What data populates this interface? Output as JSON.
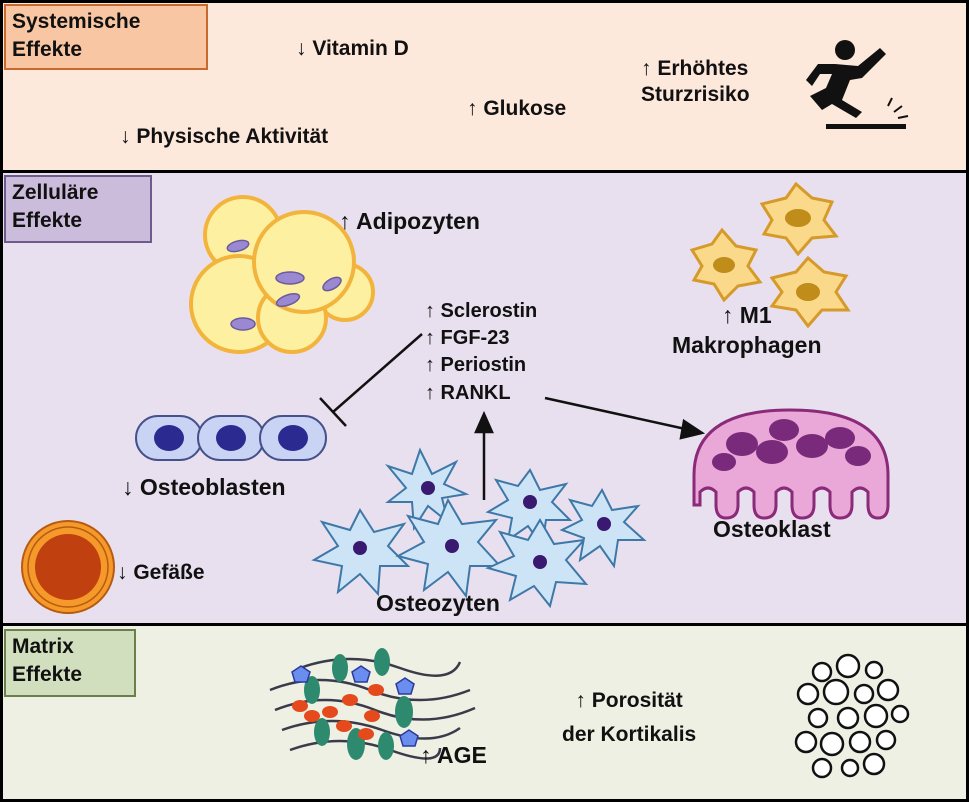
{
  "sections": {
    "systemic": {
      "title": "Systemische\nEffekte",
      "bg": "#fde8dc",
      "tag_bg": "#f9c6a3",
      "tag_border": "#c86a2c"
    },
    "cellular": {
      "title": "Zelluläre\nEffekte",
      "bg": "#e8e0ee",
      "tag_bg": "#cbbcdc",
      "tag_border": "#6e5a8c"
    },
    "matrix": {
      "title": "Matrix\nEffekte",
      "bg": "#eef0e4",
      "tag_bg": "#d2dfbf",
      "tag_border": "#6b7f4c"
    }
  },
  "systemic_items": {
    "vitamin_d": "↓ Vitamin D",
    "glucose": "↑ Glukose",
    "fall_risk": "↑ Erhöhtes\nSturzrisiko",
    "activity": "↓ Physische Aktivität"
  },
  "cellular_items": {
    "adipocytes": "↑ Adipozyten",
    "macrophages": "↑ M1\nMakrophagen",
    "factors": [
      "↑ Sclerostin",
      "↑ FGF-23",
      "↑ Periostin",
      "↑ RANKL"
    ],
    "osteoblasts": "↓ Osteoblasten",
    "vessels": "↓ Gefäße",
    "osteocytes": "Osteozyten",
    "osteoclast": "Osteoklast"
  },
  "matrix_items": {
    "age": "↑ AGE",
    "porosity": "↑  Porosität\nder Kortikalis"
  },
  "colors": {
    "adipocyte_fill": "#fdf0a0",
    "adipocyte_edge": "#f2b43c",
    "nucleus_purple": "#8a6fc0",
    "osteoblast_fill": "#c9d4f4",
    "osteocyte_fill": "#cde4f6",
    "osteoclast_fill": "#e9a8d8",
    "macrophage_fill": "#fad98a",
    "vessel_outer": "#f59a2a",
    "vessel_inner": "#c04010"
  },
  "icons": [
    "fall-hazard-icon",
    "inhibition-arrow-icon",
    "activation-arrow-icon"
  ]
}
